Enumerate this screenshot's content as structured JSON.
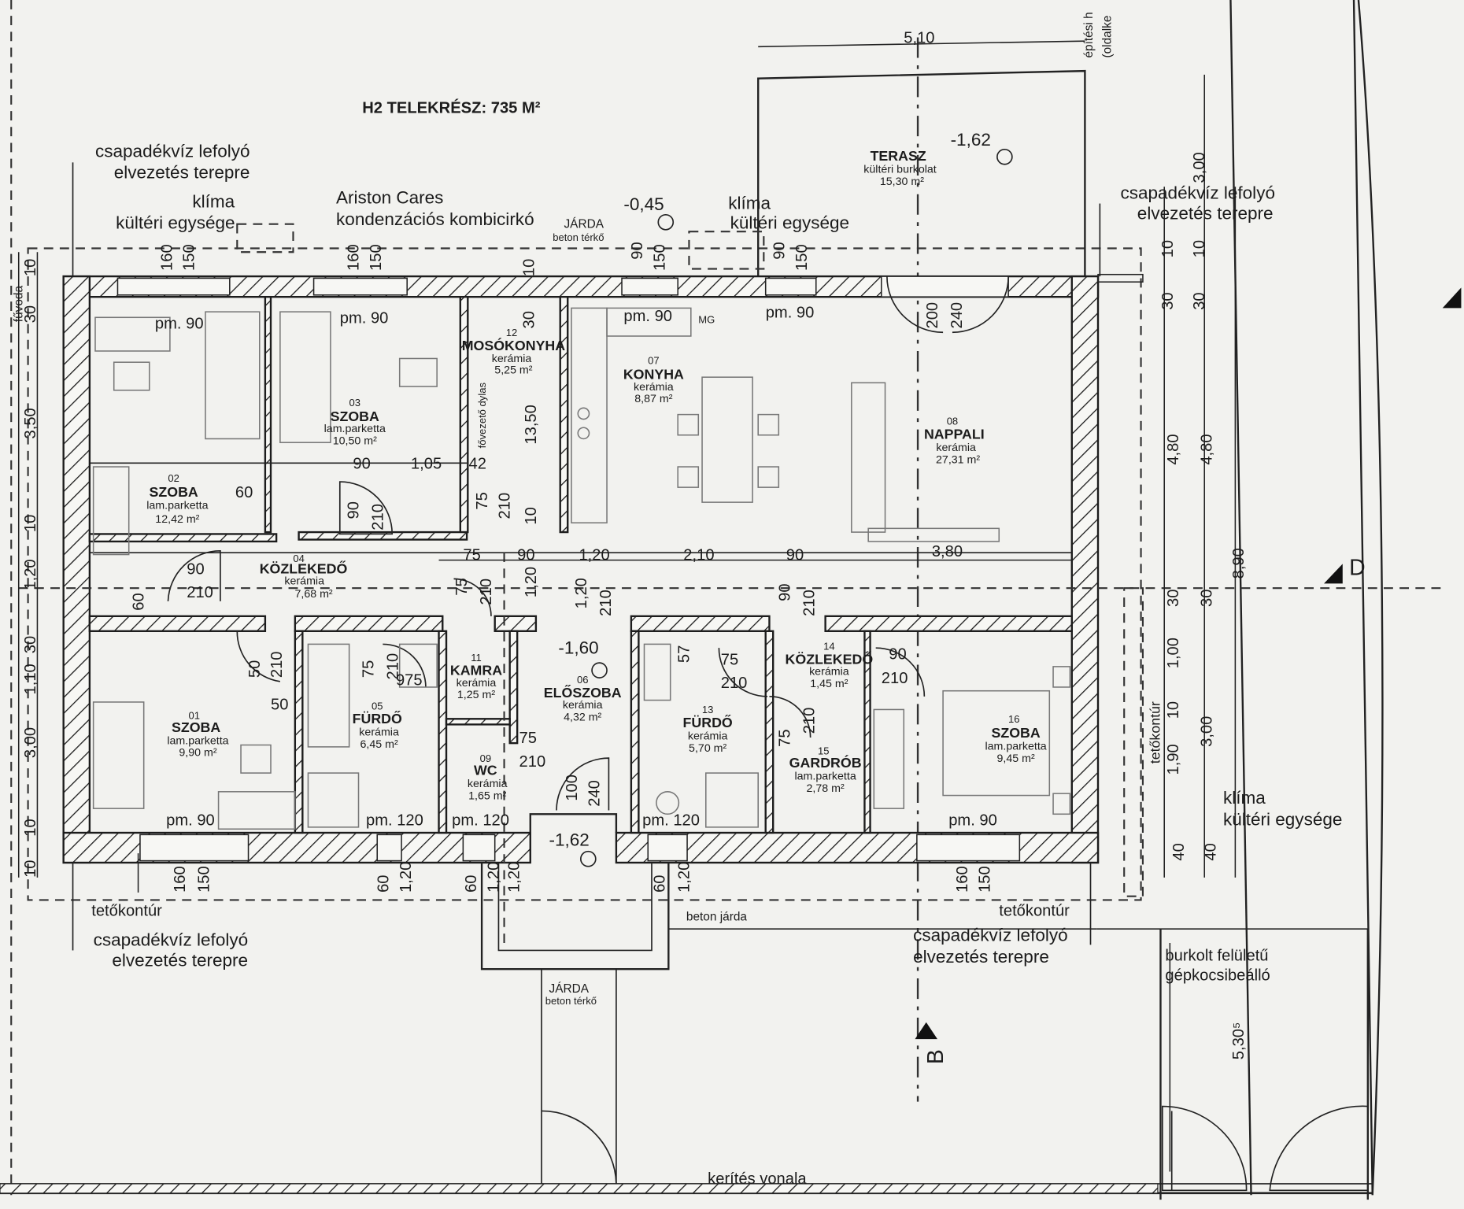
{
  "plot_title": "H2 TELEKRÉSZ: 735 M²",
  "rooms": [
    {
      "id": "r01",
      "num": "01",
      "name": "SZOBA",
      "material": "lam.parketta",
      "area": "9,90 m²"
    },
    {
      "id": "r02",
      "num": "02",
      "name": "SZOBA",
      "material": "lam.parketta",
      "area": "12,42 m²"
    },
    {
      "id": "r03",
      "num": "03",
      "name": "SZOBA",
      "material": "lam.parketta",
      "area": "10,50 m²"
    },
    {
      "id": "r04",
      "num": "04",
      "name": "KÖZLEKEDŐ",
      "material": "kerámia",
      "area": "7,68 m²"
    },
    {
      "id": "r05",
      "num": "05",
      "name": "FÜRDŐ",
      "material": "kerámia",
      "area": "6,45 m²"
    },
    {
      "id": "r06",
      "num": "06",
      "name": "ELŐSZOBA",
      "material": "kerámia",
      "area": "4,32 m²"
    },
    {
      "id": "r07",
      "num": "07",
      "name": "KONYHA",
      "material": "kerámia",
      "area": "8,87 m²"
    },
    {
      "id": "r08",
      "num": "08",
      "name": "NAPPALI",
      "material": "kerámia",
      "area": "27,31 m²"
    },
    {
      "id": "r09",
      "num": "09",
      "name": "WC",
      "material": "kerámia",
      "area": "1,65 m²"
    },
    {
      "id": "r11",
      "num": "11",
      "name": "KAMRA",
      "material": "kerámia",
      "area": "1,25 m²"
    },
    {
      "id": "r12",
      "num": "12",
      "name": "MOSÓKONYHA",
      "material": "kerámia",
      "area": "5,25 m²"
    },
    {
      "id": "r13",
      "num": "13",
      "name": "FÜRDŐ",
      "material": "kerámia",
      "area": "5,70 m²"
    },
    {
      "id": "r14",
      "num": "14",
      "name": "KÖZLEKEDŐ",
      "material": "kerámia",
      "area": "1,45 m²"
    },
    {
      "id": "r15",
      "num": "15",
      "name": "GARDRÓB",
      "material": "lam.parketta",
      "area": "2,78 m²"
    },
    {
      "id": "r16",
      "num": "16",
      "name": "SZOBA",
      "material": "lam.parketta",
      "area": "9,45 m²"
    },
    {
      "id": "terasz",
      "num": "",
      "name": "TERASZ",
      "material": "kültéri burkolat",
      "area": "15,30 m²"
    }
  ],
  "annotations": {
    "rainwater_1": [
      "csapadékvíz lefolyó",
      "elvezetés terepre"
    ],
    "ac_1": [
      "klíma",
      "kültéri egysége"
    ],
    "boiler": [
      "Ariston Cares",
      "kondenzációs kombicirkó"
    ],
    "jarda_top": [
      "JÁRDA",
      "beton térkő"
    ],
    "ac_2": [
      "klíma",
      "kültéri egysége"
    ],
    "rainwater_2": [
      "csapadékvíz lefolyó",
      "elvezetés terepre"
    ],
    "ac_3": [
      "klíma",
      "kültéri egysége"
    ],
    "rainwater_3": [
      "csapadékvíz lefolyó",
      "elvezetés terepre"
    ],
    "rainwater_4": [
      "csapadékvíz lefolyó",
      "elvezetés terepre"
    ],
    "jarda_bottom": [
      "JÁRDA",
      "beton térkő"
    ],
    "beton_jarda": "beton járda",
    "roof_contour_1": "tetőkontúr",
    "roof_contour_2": "tetőkontúr",
    "roof_contour_3": "tetőkontúr",
    "parking": [
      "burkolt felületű",
      "gépkocsibeálló"
    ],
    "fence_line": "kerítés vonala",
    "building_line": [
      "építési h",
      "(oldalke"
    ],
    "fuvoda": "fűvoda",
    "fovezeto_dylas": "fővezető dylas",
    "mg": "MG"
  },
  "levels": {
    "terrace": "-1,62",
    "north_path": "-0,45",
    "entry_hall": "-1,60",
    "entrance": "-1,62"
  },
  "section_marks": {
    "d": "D",
    "b": "B"
  },
  "dims": {
    "top_terrace_width": "5,10",
    "r_300_top": "3,00",
    "r_10": "10",
    "r_30": "30",
    "r_480": "4,80",
    "r_890": "8,90",
    "r_100": "1,00",
    "r_190": "1,90",
    "r_40": "40",
    "r_300": "3,00",
    "l_350": "3,50",
    "l_120": "1,20",
    "l_300": "3,00",
    "l_10": "10",
    "l_30": "30",
    "l_110": "1,10",
    "l_60": "60",
    "pm90": "pm. 90",
    "pm120": "pm. 120",
    "d90": "90",
    "d105": "1,05",
    "d42": "42",
    "d60": "60",
    "d210": "210",
    "d75": "75",
    "d120": "1,20",
    "d210b": "2,10",
    "d380": "3,80",
    "d1350": "13,50",
    "d150": "150",
    "d160": "160",
    "d100": "100",
    "d240": "240",
    "d200": "200",
    "d50": "50",
    "d975": "975",
    "d57": "57",
    "d5305": "5,30⁵"
  }
}
